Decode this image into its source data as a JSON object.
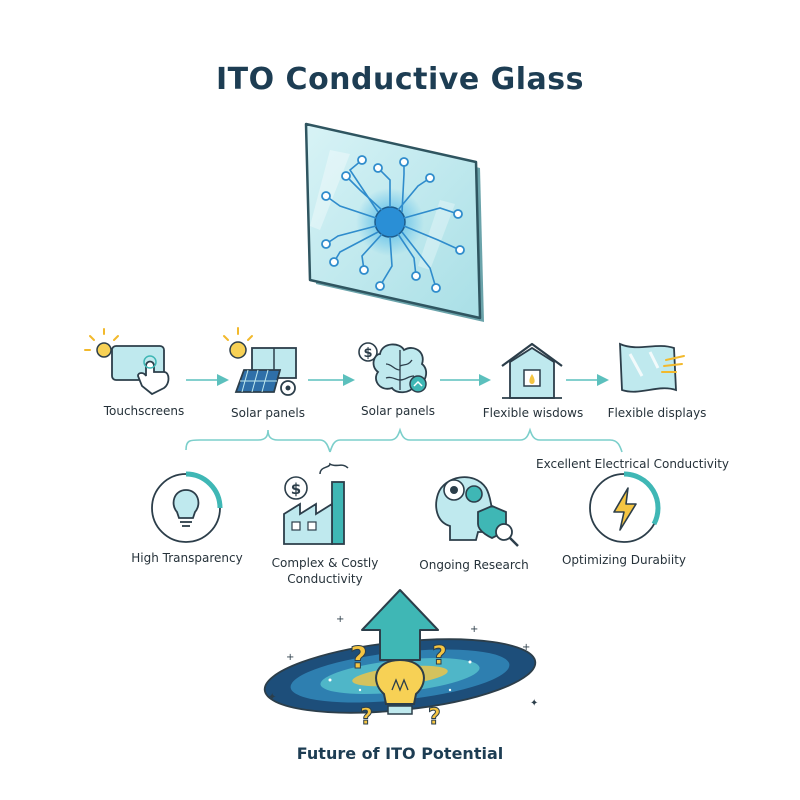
{
  "title": "ITO Conductive Glass",
  "applications": [
    {
      "label": "Touchscreens",
      "icon": "touchscreen-icon"
    },
    {
      "label": "Solar panels",
      "icon": "solar-panel-icon"
    },
    {
      "label": "Solar panels",
      "icon": "brain-icon"
    },
    {
      "label": "Flexible wisdows",
      "icon": "house-icon"
    },
    {
      "label": "Flexible displays",
      "icon": "flexible-display-icon"
    }
  ],
  "properties": {
    "high_transparency": "High Transparency",
    "complex_costly_line1": "Complex & Costly",
    "complex_costly_line2": "Conductivity",
    "ongoing_research": "Ongoing Research",
    "excellent_conductivity": "Excellent Electrical Conductivity",
    "optimizing_durability": "Optimizing Durabiity"
  },
  "footer": "Future of ITO Potential",
  "colors": {
    "title": "#1d3d53",
    "teal": "#3fb7b5",
    "glass": "#bfe9ee",
    "navy": "#1d3d53",
    "yellow": "#f5c542"
  }
}
